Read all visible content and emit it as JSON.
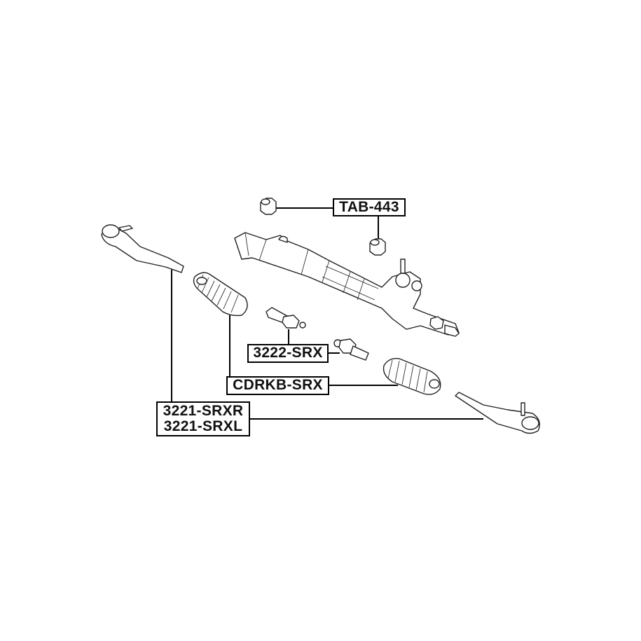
{
  "diagram": {
    "title": "Steering rack parts diagram",
    "labels": {
      "tab": "TAB-443",
      "inner_tie_rod": "3222-SRX",
      "boot": "CDRKB-SRX",
      "tie_rod_end_r": "3221-SRXR",
      "tie_rod_end_l": "3221-SRXL"
    }
  }
}
